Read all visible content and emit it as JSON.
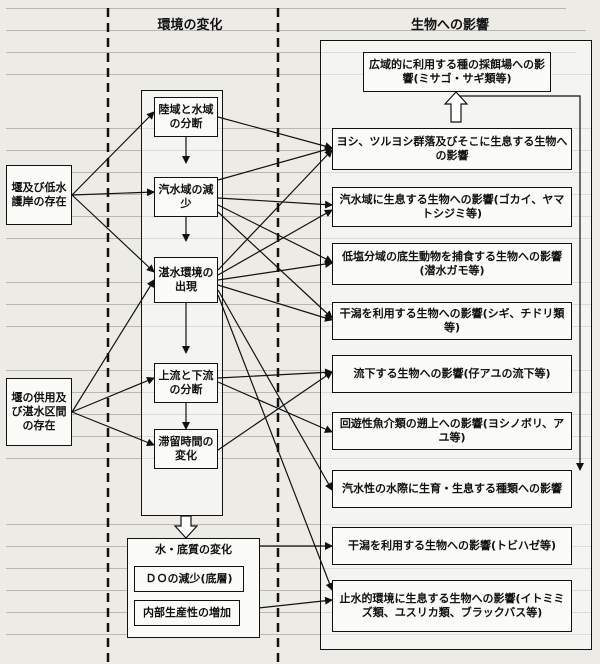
{
  "headers": {
    "env_change": "環境の変化",
    "bio_impact": "生物への影響"
  },
  "causes": {
    "weir_revetment": "堰及び低水護岸の存在",
    "weir_storage": "堰の供用及び湛水区間の存在"
  },
  "env_changes": {
    "land_water_split": "陸域と水域の分断",
    "brackish_decrease": "汽水域の減少",
    "impound_emerge": "湛水環境の出現",
    "up_down_split": "上流と下流の分断",
    "retention_change": "滞留時間の変化",
    "water_sediment_change": "水・底質の変化",
    "do_decrease": "ＤＯの減少(底層)",
    "internal_production": "内部生産性の増加"
  },
  "impacts": {
    "wide_feeding": "広域的に利用する種の採餌場への影響(ミサゴ・サギ類等)",
    "reed_community": "ヨシ、ツルヨシ群落及びそこに生息する生物への影響",
    "brackish_species": "汽水域に生息する生物への影響(ゴカイ、ヤマトシジミ等)",
    "low_salinity_benthos": "低塩分域の底生動物を捕食する生物への影響(潜水ガモ等)",
    "tidal_flat_birds": "干潟を利用する生物への影響(シギ、チドリ類等)",
    "downstream_flow": "流下する生物への影響(仔アユの流下等)",
    "migratory_fish": "回遊性魚介類の遡上への影響(ヨシノボリ、アユ等)",
    "brackish_waterside": "汽水性の水際に生育・生息する種類への影響",
    "tidal_flat_goby": "干潟を利用する生物への影響(トビハゼ等)",
    "still_water_species": "止水的環境に生息する生物への影響(イトミミズ類、ユスリカ類、ブラックバス等)"
  }
}
